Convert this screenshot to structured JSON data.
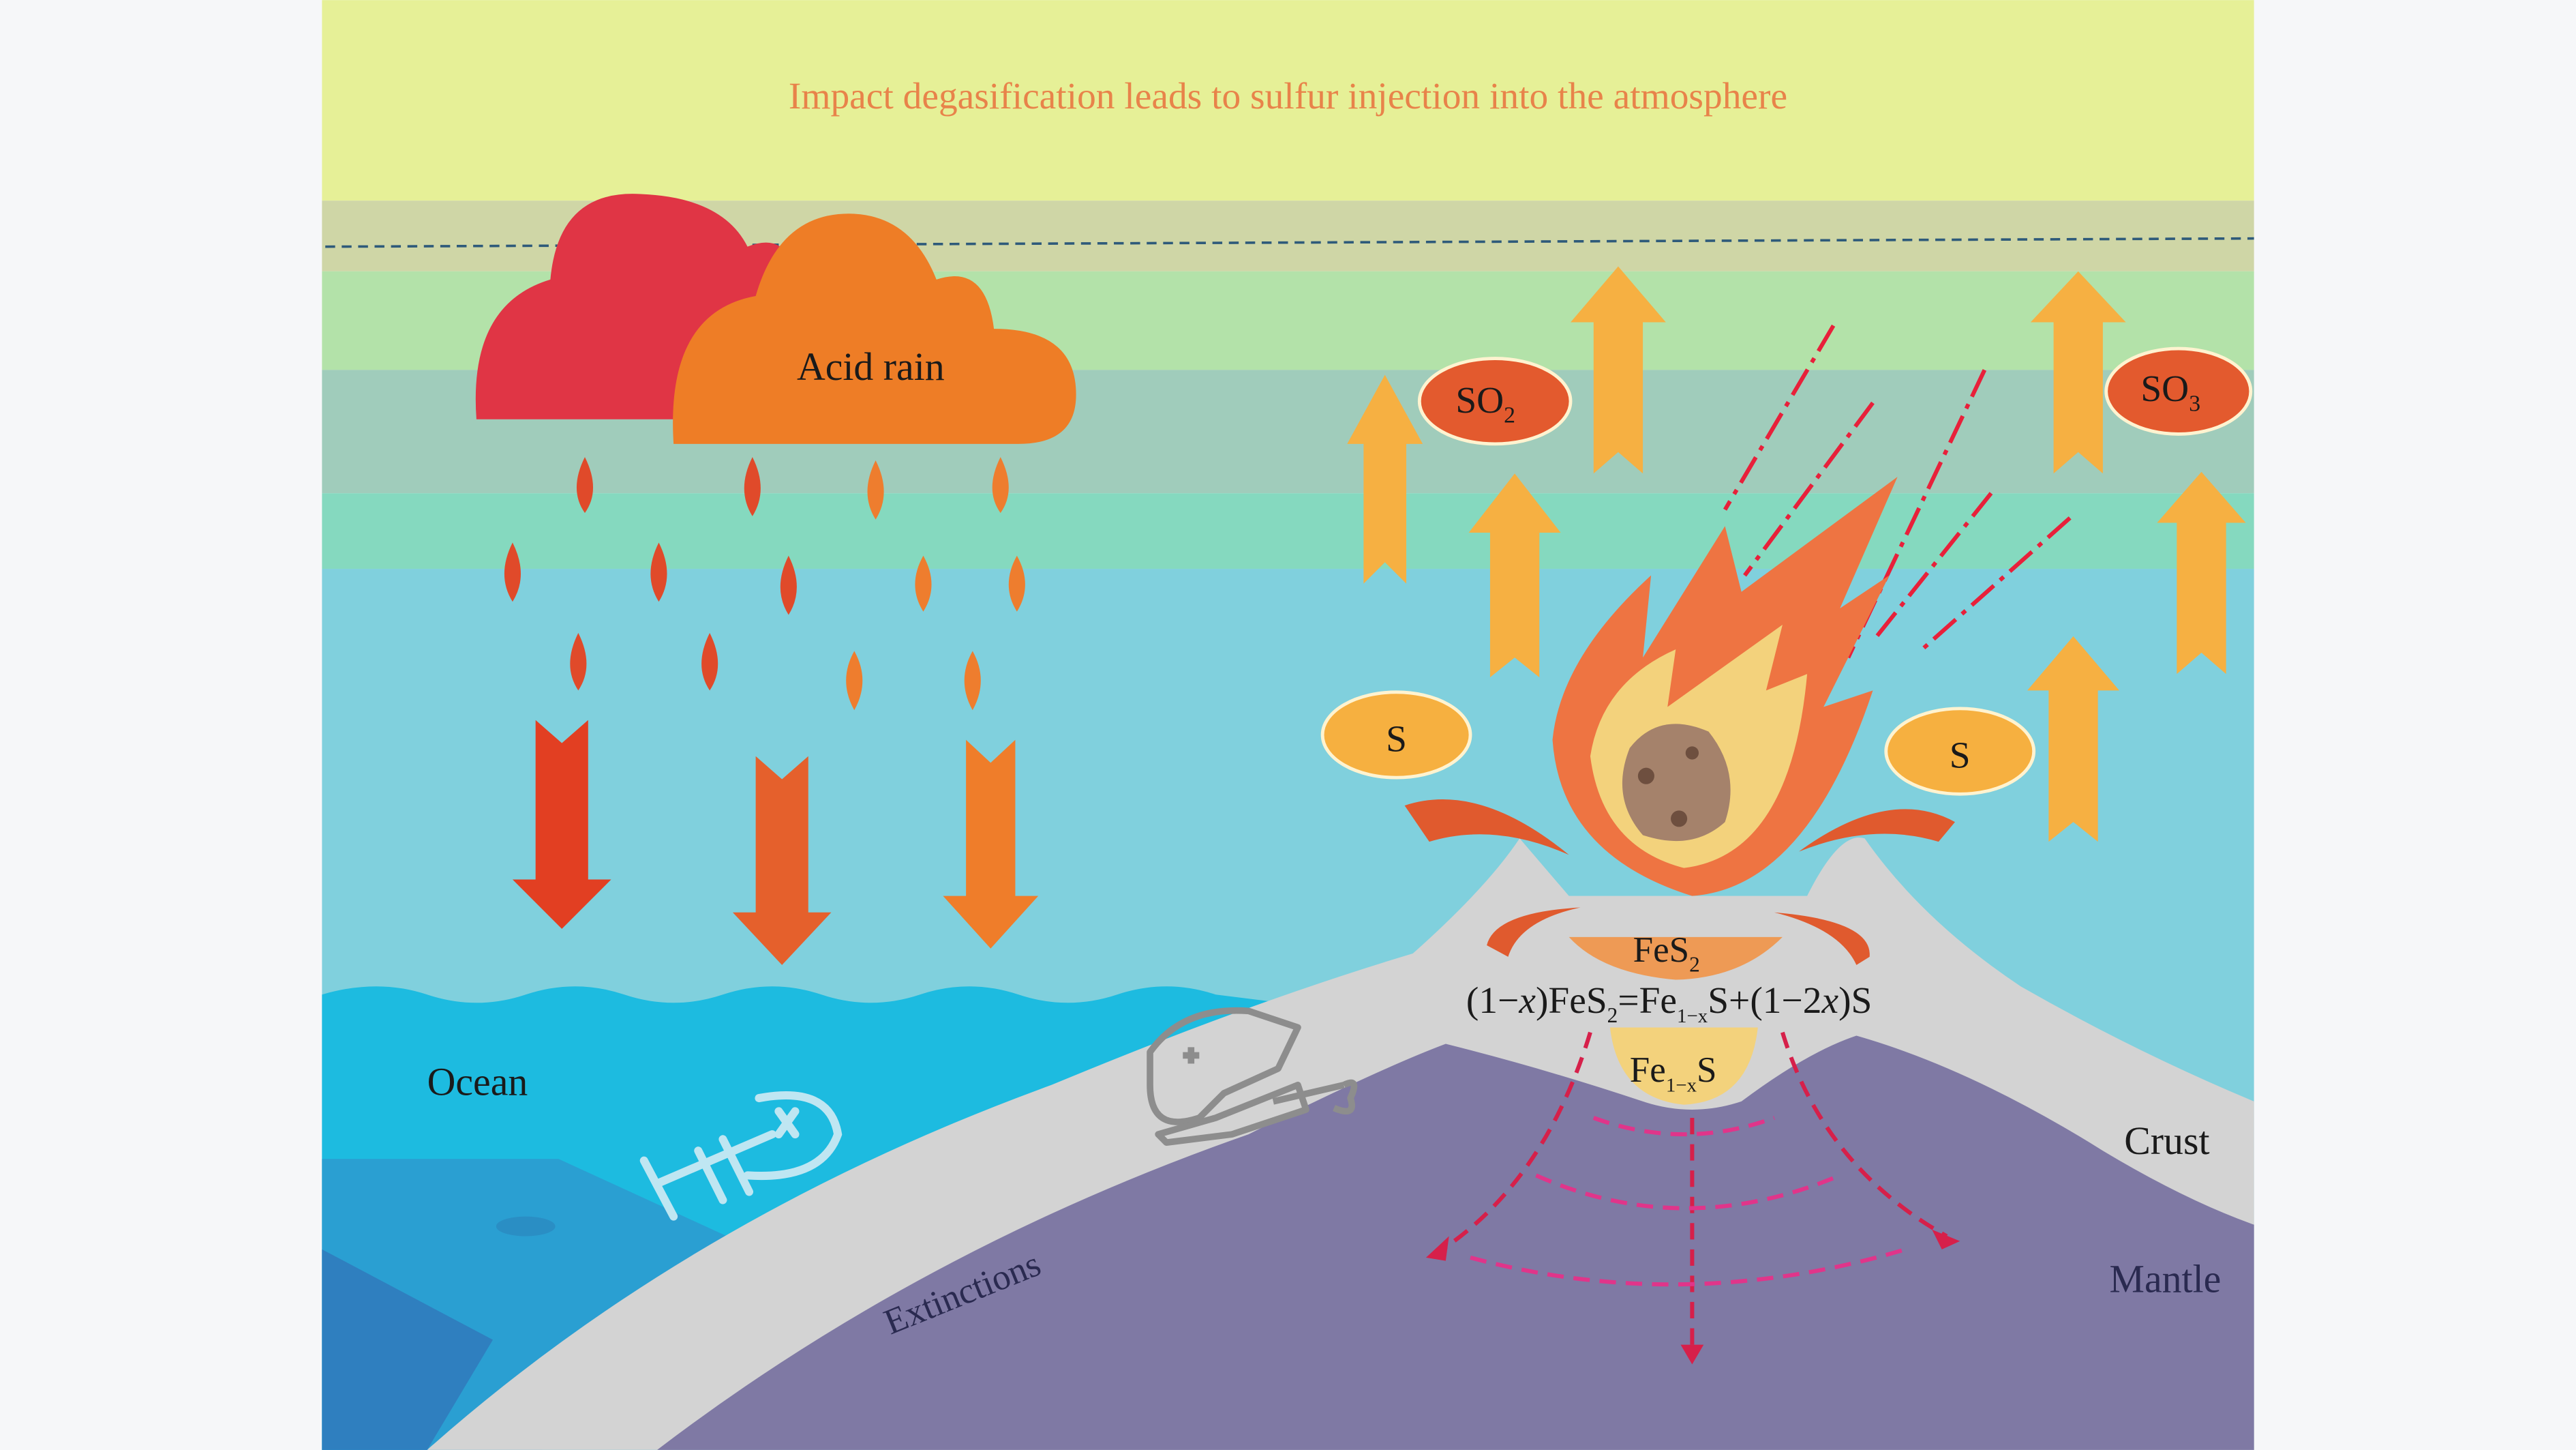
{
  "title": "Impact degasification leads to sulfur injection into the atmosphere",
  "labels": {
    "acid_rain": "Acid rain",
    "so2": "SO",
    "so2_sub": "2",
    "so3": "SO",
    "so3_sub": "3",
    "s_left": "S",
    "s_right": "S",
    "fes2": "FeS",
    "fes2_sub": "2",
    "fe1xs_pre": "Fe",
    "fe1xs_sub": "1−x",
    "fe1xs_post": "S",
    "ocean": "Ocean",
    "extinctions": "Extinctions",
    "crust": "Crust",
    "mantle": "Mantle"
  },
  "equation": {
    "p1": "(1−",
    "x1": "x",
    "p2": ")FeS",
    "sub1": "2",
    "p3": "=Fe",
    "sub2": "1−x",
    "p4": "S+(1−2",
    "x2": "x",
    "p5": ")S"
  },
  "colors": {
    "title": "#e8834a",
    "cloud_red": "#e03545",
    "cloud_orange": "#ee7d26",
    "arrow_yellow": "#f6b042",
    "mantle": "#7e78a3",
    "crust": "#d2d2d2"
  }
}
